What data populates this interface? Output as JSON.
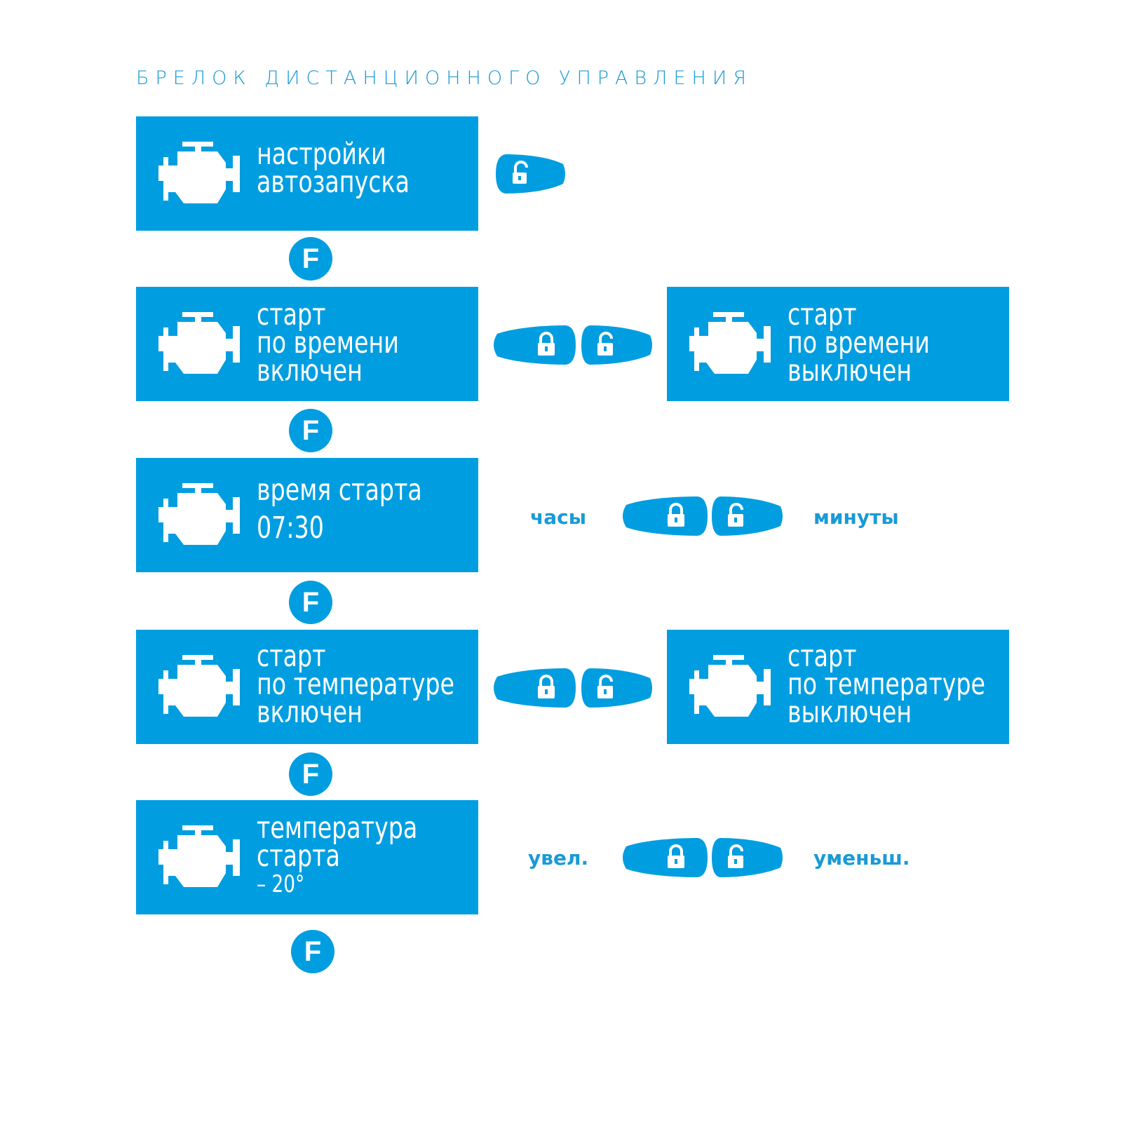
{
  "title": "БРЕЛОК ДИСТАНЦИОННОГО УПРАВЛЕНИЯ",
  "colors": {
    "accent": "#009ee0",
    "label": "#1a9ad6",
    "text_on_accent": "#ffffff"
  },
  "icons": {
    "engine": "engine-icon",
    "lock": "lock-closed-icon",
    "unlock": "lock-open-icon"
  },
  "f_label": "F",
  "screens": {
    "autostart_settings": {
      "lines": [
        "настройки",
        "автозапуска"
      ]
    },
    "time_start_on": {
      "lines": [
        "старт",
        "по времени",
        "включен"
      ]
    },
    "time_start_off": {
      "lines": [
        "старт",
        "по времени",
        "выключен"
      ]
    },
    "start_time": {
      "lines": [
        "время старта",
        "07:30"
      ]
    },
    "temp_start_on": {
      "lines": [
        "старт",
        "по температуре",
        "включен"
      ]
    },
    "temp_start_off": {
      "lines": [
        "старт",
        "по температуре",
        "выключен"
      ]
    },
    "start_temperature": {
      "lines": [
        "температура",
        "старта",
        "– 20°"
      ]
    }
  },
  "labels": {
    "hours": "часы",
    "minutes": "минуты",
    "increase": "увел.",
    "decrease": "уменьш."
  }
}
